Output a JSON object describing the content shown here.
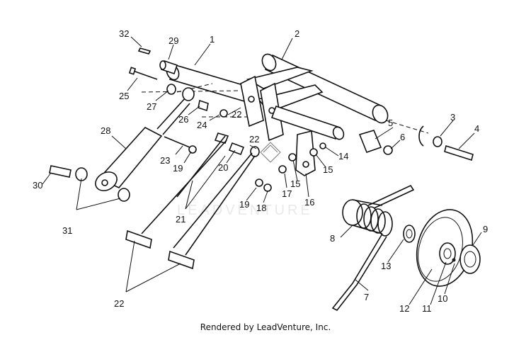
{
  "footer": {
    "credit": "Rendered by LeadVenture, Inc."
  },
  "watermark": {
    "text": "LEADVENTURE"
  },
  "callouts": [
    "1",
    "2",
    "3",
    "4",
    "5",
    "6",
    "7",
    "8",
    "9",
    "10",
    "11",
    "12",
    "13",
    "14",
    "15",
    "15",
    "16",
    "17",
    "18",
    "19",
    "19",
    "20",
    "21",
    "22",
    "22",
    "22",
    "23",
    "24",
    "25",
    "26",
    "27",
    "28",
    "29",
    "30",
    "31",
    "32"
  ]
}
